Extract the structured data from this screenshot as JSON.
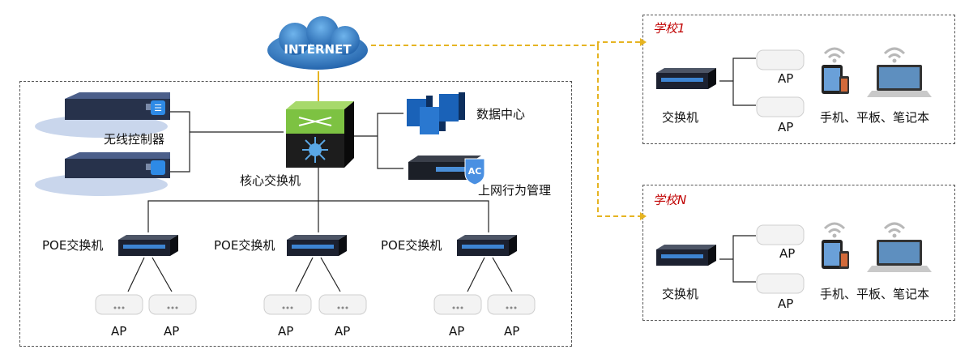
{
  "internet": {
    "label": "INTERNET"
  },
  "core": {
    "label": "核心交换机"
  },
  "wlc": {
    "label": "无线控制器"
  },
  "datacenter": {
    "label": "数据中心"
  },
  "behavior": {
    "label": "上网行为管理",
    "badge": "AC"
  },
  "poe_switches": [
    {
      "label": "POE交换机",
      "aps": [
        "AP",
        "AP"
      ]
    },
    {
      "label": "POE交换机",
      "aps": [
        "AP",
        "AP"
      ]
    },
    {
      "label": "POE交换机",
      "aps": [
        "AP",
        "AP"
      ]
    }
  ],
  "schools": [
    {
      "name": "学校1",
      "switch_label": "交换机",
      "aps": [
        "AP",
        "AP"
      ],
      "clients_label": "手机、平板、笔记本"
    },
    {
      "name": "学校N",
      "switch_label": "交换机",
      "aps": [
        "AP",
        "AP"
      ],
      "clients_label": "手机、平板、笔记本"
    }
  ],
  "colors": {
    "cloud": "#1f6fb8",
    "link_dashed": "#e6b422",
    "core_top": "#7dc242",
    "school_title": "#c00000"
  }
}
